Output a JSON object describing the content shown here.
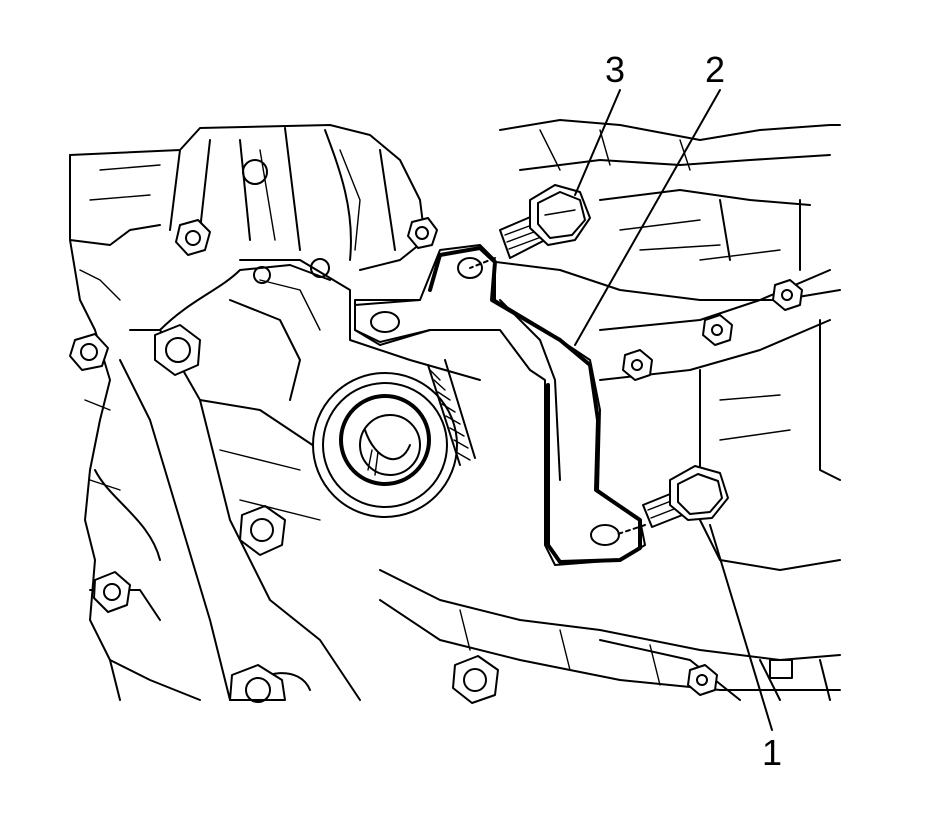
{
  "callouts": [
    {
      "id": "1",
      "label": "1",
      "part": "lower-bolt"
    },
    {
      "id": "2",
      "label": "2",
      "part": "bracket"
    },
    {
      "id": "3",
      "label": "3",
      "part": "upper-bolt"
    }
  ],
  "colors": {
    "line": "#000000",
    "background": "#ffffff"
  }
}
